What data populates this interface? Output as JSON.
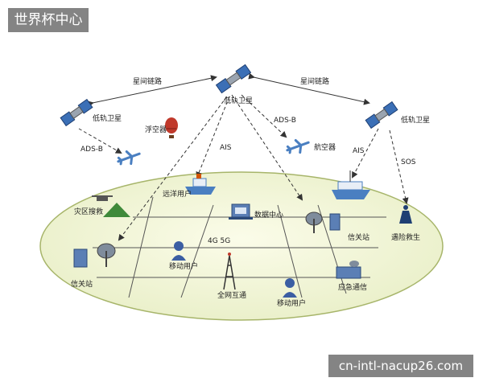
{
  "watermark": {
    "top_left": "世界杯中心",
    "bottom_right": "cn-intl-nacup26.com"
  },
  "labels": {
    "isl_left": "星间链路",
    "isl_right": "星间链路",
    "sat_center": "低轨卫星",
    "sat_left": "低轨卫星",
    "sat_right": "低轨卫星",
    "balloon": "浮空器",
    "adsb_left": "ADS-B",
    "adsb_right": "ADS-B",
    "ais_center": "AIS",
    "ais_right": "AIS",
    "sos": "SOS",
    "aircraft": "航空器",
    "ocean_user": "远洋用户",
    "data_center": "数据中心",
    "disaster": "灾区搜救",
    "gateway_right": "信关站",
    "gateway_left": "信关站",
    "rescue": "遇险救生",
    "mobile_user_1": "移动用户",
    "network": "4G  5G",
    "full_network": "全网互通",
    "mobile_user_2": "移动用户",
    "emergency": "应急通信"
  }
}
